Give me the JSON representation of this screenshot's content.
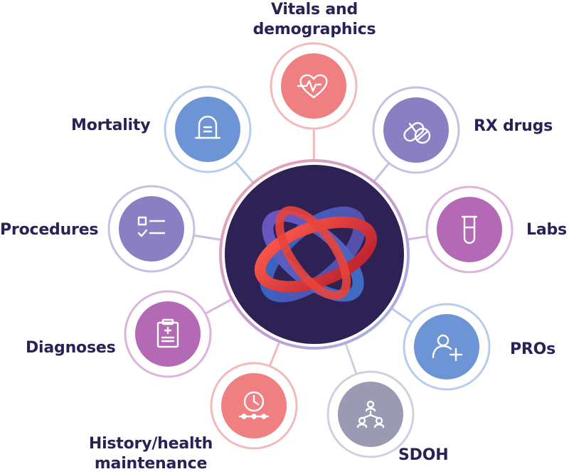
{
  "colors": {
    "text": "#2b2157",
    "hub_fill": "#2d2155",
    "red": "#e8443c",
    "blue": "#3f71c4",
    "violet": "#5c4ba8"
  },
  "hub": {
    "icon": "interlocking-rings-logo"
  },
  "nodes": [
    {
      "id": "vitals",
      "label": "Vitals and demographics",
      "line1": "Vitals and",
      "line2": "demographics",
      "icon": "heart-pulse-icon",
      "fill": "#f07f82",
      "ring": "#f4b9bb"
    },
    {
      "id": "rx",
      "label": "RX drugs",
      "icon": "pills-icon",
      "fill": "#8b7fc4",
      "ring": "#c6c0e3"
    },
    {
      "id": "labs",
      "label": "Labs",
      "icon": "test-tube-icon",
      "fill": "#b469b4",
      "ring": "#dbb5dc"
    },
    {
      "id": "pros",
      "label": "PROs",
      "icon": "add-user-icon",
      "fill": "#6d95d6",
      "ring": "#b8cdee"
    },
    {
      "id": "sdoh",
      "label": "SDOH",
      "icon": "network-people-icon",
      "fill": "#9a9bb2",
      "ring": "#d0d1dd"
    },
    {
      "id": "history",
      "label": "History/health maintenance",
      "line1": "History/health",
      "line2": "maintenance",
      "icon": "clock-timeline-icon",
      "fill": "#f07f82",
      "ring": "#f4b9bb"
    },
    {
      "id": "diagnoses",
      "label": "Diagnoses",
      "icon": "clipboard-icon",
      "fill": "#b469b4",
      "ring": "#dbb5dc"
    },
    {
      "id": "procedures",
      "label": "Procedures",
      "icon": "checklist-icon",
      "fill": "#8b7fc4",
      "ring": "#c6c0e3"
    },
    {
      "id": "mortality",
      "label": "Mortality",
      "icon": "tombstone-icon",
      "fill": "#6d95d6",
      "ring": "#b8cdee"
    }
  ]
}
